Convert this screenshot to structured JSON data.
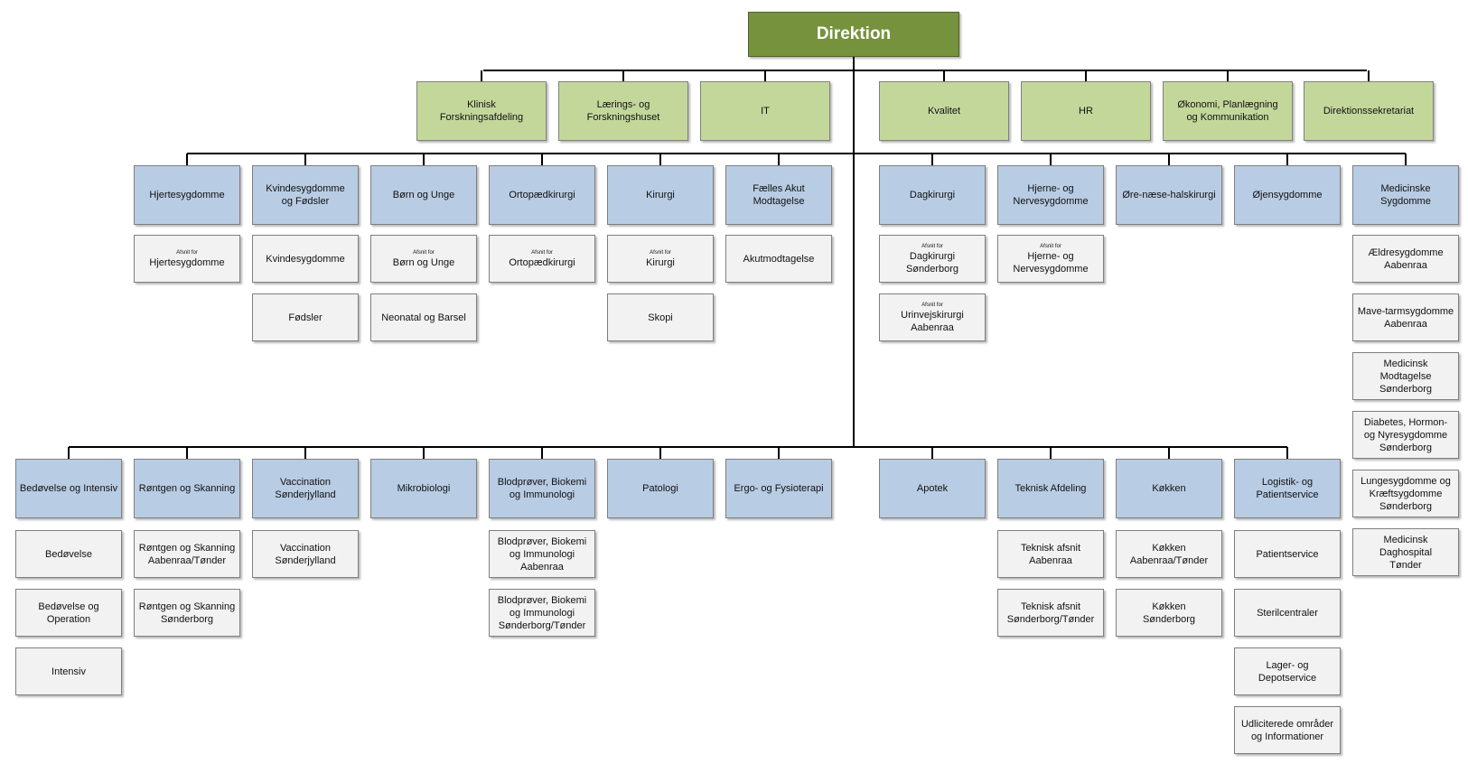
{
  "top": "Direktion",
  "staff": [
    "Klinisk\nForskningsafdeling",
    "Lærings- og\nForskningshuset",
    "IT",
    "Kvalitet",
    "HR",
    "Økonomi, Planlægning\nog Kommunikation",
    "Direktionssekretariat"
  ],
  "row1": [
    {
      "name": "Hjertesygdomme",
      "subs": [
        {
          "small": "Afsnit for",
          "text": "Hjertesygdomme"
        }
      ]
    },
    {
      "name": "Kvindesygdomme\nog Fødsler",
      "subs": [
        {
          "text": "Kvindesygdomme"
        },
        {
          "text": "Fødsler"
        }
      ]
    },
    {
      "name": "Børn og Unge",
      "subs": [
        {
          "small": "Afsnit for",
          "text": "Børn og Unge"
        },
        {
          "text": "Neonatal og Barsel"
        }
      ]
    },
    {
      "name": "Ortopædkirurgi",
      "subs": [
        {
          "small": "Afsnit for",
          "text": "Ortopædkirurgi"
        }
      ]
    },
    {
      "name": "Kirurgi",
      "subs": [
        {
          "small": "Afsnit for",
          "text": "Kirurgi"
        },
        {
          "text": "Skopi"
        }
      ]
    },
    {
      "name": "Fælles Akut\nModtagelse",
      "subs": [
        {
          "text": "Akutmodtagelse"
        }
      ]
    },
    {
      "name": "Dagkirurgi",
      "subs": [
        {
          "small": "Afsnit for",
          "text": "Dagkirurgi Sønderborg"
        },
        {
          "small": "Afsnit for",
          "text": "Urinvejskirurgi\nAabenraa"
        }
      ]
    },
    {
      "name": "Hjerne- og\nNervesygdomme",
      "subs": [
        {
          "small": "Afsnit for",
          "text": "Hjerne- og\nNervesygdomme"
        }
      ]
    },
    {
      "name": "Øre-næse-halskirurgi",
      "subs": []
    },
    {
      "name": "Øjensygdomme",
      "subs": []
    },
    {
      "name": "Medicinske\nSygdomme",
      "subs": [
        {
          "text": "Ældresygdomme\nAabenraa"
        },
        {
          "text": "Mave-tarmsygdomme\nAabenraa"
        },
        {
          "text": "Medicinsk\nModtagelse\nSønderborg"
        },
        {
          "text": "Diabetes, Hormon-\nog Nyresygdomme\nSønderborg"
        },
        {
          "text": "Lungesygdomme og\nKræftsygdomme\nSønderborg"
        },
        {
          "text": "Medicinsk Daghospital\nTønder"
        }
      ]
    }
  ],
  "row2": [
    {
      "name": "Bedøvelse og Intensiv",
      "subs": [
        {
          "text": "Bedøvelse"
        },
        {
          "text": "Bedøvelse og\nOperation"
        },
        {
          "text": "Intensiv"
        }
      ]
    },
    {
      "name": "Røntgen og Skanning",
      "subs": [
        {
          "text": "Røntgen og Skanning\nAabenraa/Tønder"
        },
        {
          "text": "Røntgen og Skanning\nSønderborg"
        }
      ]
    },
    {
      "name": "Vaccination\nSønderjylland",
      "subs": [
        {
          "text": "Vaccination\nSønderjylland"
        }
      ]
    },
    {
      "name": "Mikrobiologi",
      "subs": []
    },
    {
      "name": "Blodprøver, Biokemi\nog Immunologi",
      "subs": [
        {
          "text": "Blodprøver, Biokemi\nog Immunologi\nAabenraa"
        },
        {
          "text": "Blodprøver, Biokemi\nog Immunologi\nSønderborg/Tønder"
        }
      ]
    },
    {
      "name": "Patologi",
      "subs": []
    },
    {
      "name": "Ergo- og Fysioterapi",
      "subs": []
    },
    {
      "name": "Apotek",
      "subs": []
    },
    {
      "name": "Teknisk Afdeling",
      "subs": [
        {
          "text": "Teknisk afsnit\nAabenraa"
        },
        {
          "text": "Teknisk afsnit\nSønderborg/Tønder"
        }
      ]
    },
    {
      "name": "Køkken",
      "subs": [
        {
          "text": "Køkken\nAabenraa/Tønder"
        },
        {
          "text": "Køkken\nSønderborg"
        }
      ]
    },
    {
      "name": "Logistik- og\nPatientservice",
      "subs": [
        {
          "text": "Patientservice"
        },
        {
          "text": "Sterilcentraler"
        },
        {
          "text": "Lager- og\nDepotservice"
        },
        {
          "text": "Udliciterede områder\nog Informationer"
        }
      ]
    }
  ]
}
